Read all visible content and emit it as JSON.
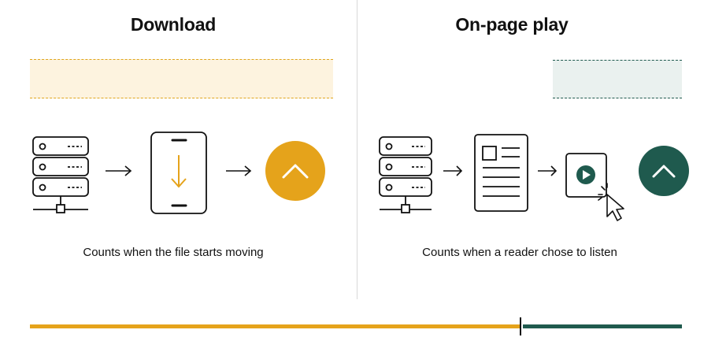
{
  "panels": {
    "left": {
      "title": "Download",
      "caption": "Counts when the file starts moving",
      "accent": "#e5a31b",
      "band_fill": "#fdf3df"
    },
    "right": {
      "title": "On-page play",
      "caption": "Counts when a reader chose to listen",
      "accent": "#1f5a4e",
      "band_fill": "#eaf1ef"
    }
  },
  "icons": {
    "left": [
      "server-icon",
      "arrow-right-icon",
      "phone-download-icon",
      "arrow-right-icon",
      "chevron-up-icon"
    ],
    "right": [
      "server-icon",
      "arrow-right-icon",
      "document-icon",
      "arrow-right-icon",
      "play-click-icon",
      "chevron-up-icon"
    ]
  },
  "progress": {
    "left_share": 0.75,
    "right_share": 0.25
  }
}
